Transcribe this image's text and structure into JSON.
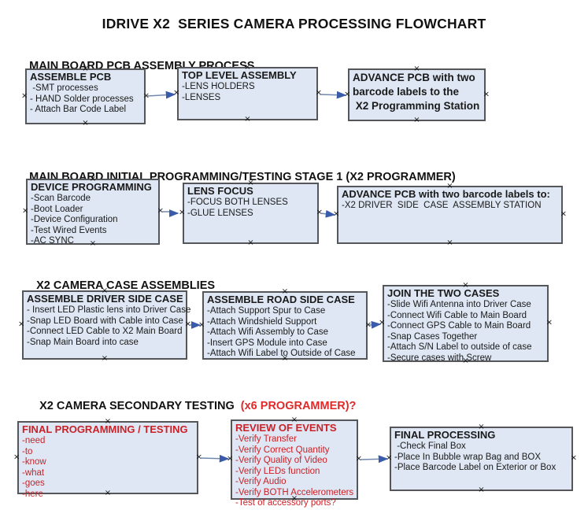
{
  "title": "IDRIVE X2  SERIES CAMERA PROCESSING FLOWCHART",
  "connection_marker": "×",
  "colors": {
    "background": "#ffffff",
    "box_fill": "#dee7f3",
    "box_border": "#55565a",
    "arrow_line": "#7288ad",
    "arrow_head": "#3a5ba9",
    "text": "#1a1a1a",
    "red_text": "#cc2127",
    "heading_accent_red": "#e02a2a"
  },
  "sections": [
    {
      "heading": "MAIN BOARD PCB ASSEMBLY PROCESS",
      "boxes": [
        {
          "title": "ASSEMBLE PCB",
          "items": [
            " -SMT processes",
            "- HAND Solder processes",
            "- Attach Bar Code Label"
          ]
        },
        {
          "title": "TOP LEVEL ASSEMBLY",
          "items": [
            "-LENS HOLDERS",
            "-LENSES"
          ]
        },
        {
          "title": "ADVANCE PCB with two",
          "items": [
            "barcode labels to the",
            " X2 Programming Station"
          ]
        }
      ]
    },
    {
      "heading": "MAIN BOARD INITIAL PROGRAMMING/TESTING STAGE 1 (X2 PROGRAMMER)",
      "boxes": [
        {
          "title": "DEVICE PROGRAMMING",
          "items": [
            "-Scan Barcode",
            "-Boot Loader",
            "-Device Configuration",
            "-Test Wired Events",
            "-AC SYNC"
          ]
        },
        {
          "title": "LENS FOCUS",
          "items": [
            "-FOCUS BOTH LENSES",
            "-GLUE LENSES"
          ]
        },
        {
          "title": "ADVANCE PCB with two barcode labels to:",
          "items": [
            "-X2 DRIVER  SIDE  CASE  ASSEMBLY STATION"
          ]
        }
      ]
    },
    {
      "heading": "X2 CAMERA CASE ASSEMBLIES",
      "boxes": [
        {
          "title": "ASSEMBLE DRIVER SIDE CASE",
          "items": [
            "- Insert LED Plastic lens into Driver Case",
            "-Snap LED Board with Cable into Case",
            "-Connect LED Cable to X2 Main Board",
            "-Snap Main Board into case"
          ]
        },
        {
          "title": "ASSEMBLE ROAD SIDE CASE",
          "items": [
            "-Attach Support Spur to Case",
            "-Attach Windshield Support",
            "-Attach Wifi Assembly to Case",
            "-Insert GPS Module into Case",
            "-Attach Wifi Label to Outside of Case"
          ]
        },
        {
          "title": "JOIN THE TWO CASES",
          "items": [
            "-Slide Wifi Antenna into Driver Case",
            "-Connect Wifi Cable to Main Board",
            "-Connect GPS Cable to Main Board",
            "-Snap Cases Together",
            "-Attach S/N Label to outside of case",
            "-Secure cases with Screw"
          ]
        }
      ]
    },
    {
      "heading": "X2 CAMERA SECONDARY TESTING ",
      "heading_accent": " (x6 PROGRAMMER)?",
      "boxes": [
        {
          "title": "FINAL PROGRAMMING / TESTING",
          "items": [
            "-need",
            "-to",
            "-know",
            "-what",
            "-goes",
            "-here"
          ]
        },
        {
          "title": "REVIEW OF EVENTS",
          "items": [
            "-Verify Transfer",
            "-Verify Correct Quantity",
            "-Verify Quality of Video",
            "-Verify LEDs function",
            "-Verify Audio",
            "-Verify BOTH Accelerometers",
            "-Test of accessory ports?"
          ]
        },
        {
          "title": "FINAL PROCESSING",
          "items": [
            " -Check Final Box",
            "-Place In Bubble wrap Bag and BOX",
            "-Place Barcode Label on Exterior or Box"
          ]
        }
      ]
    }
  ]
}
